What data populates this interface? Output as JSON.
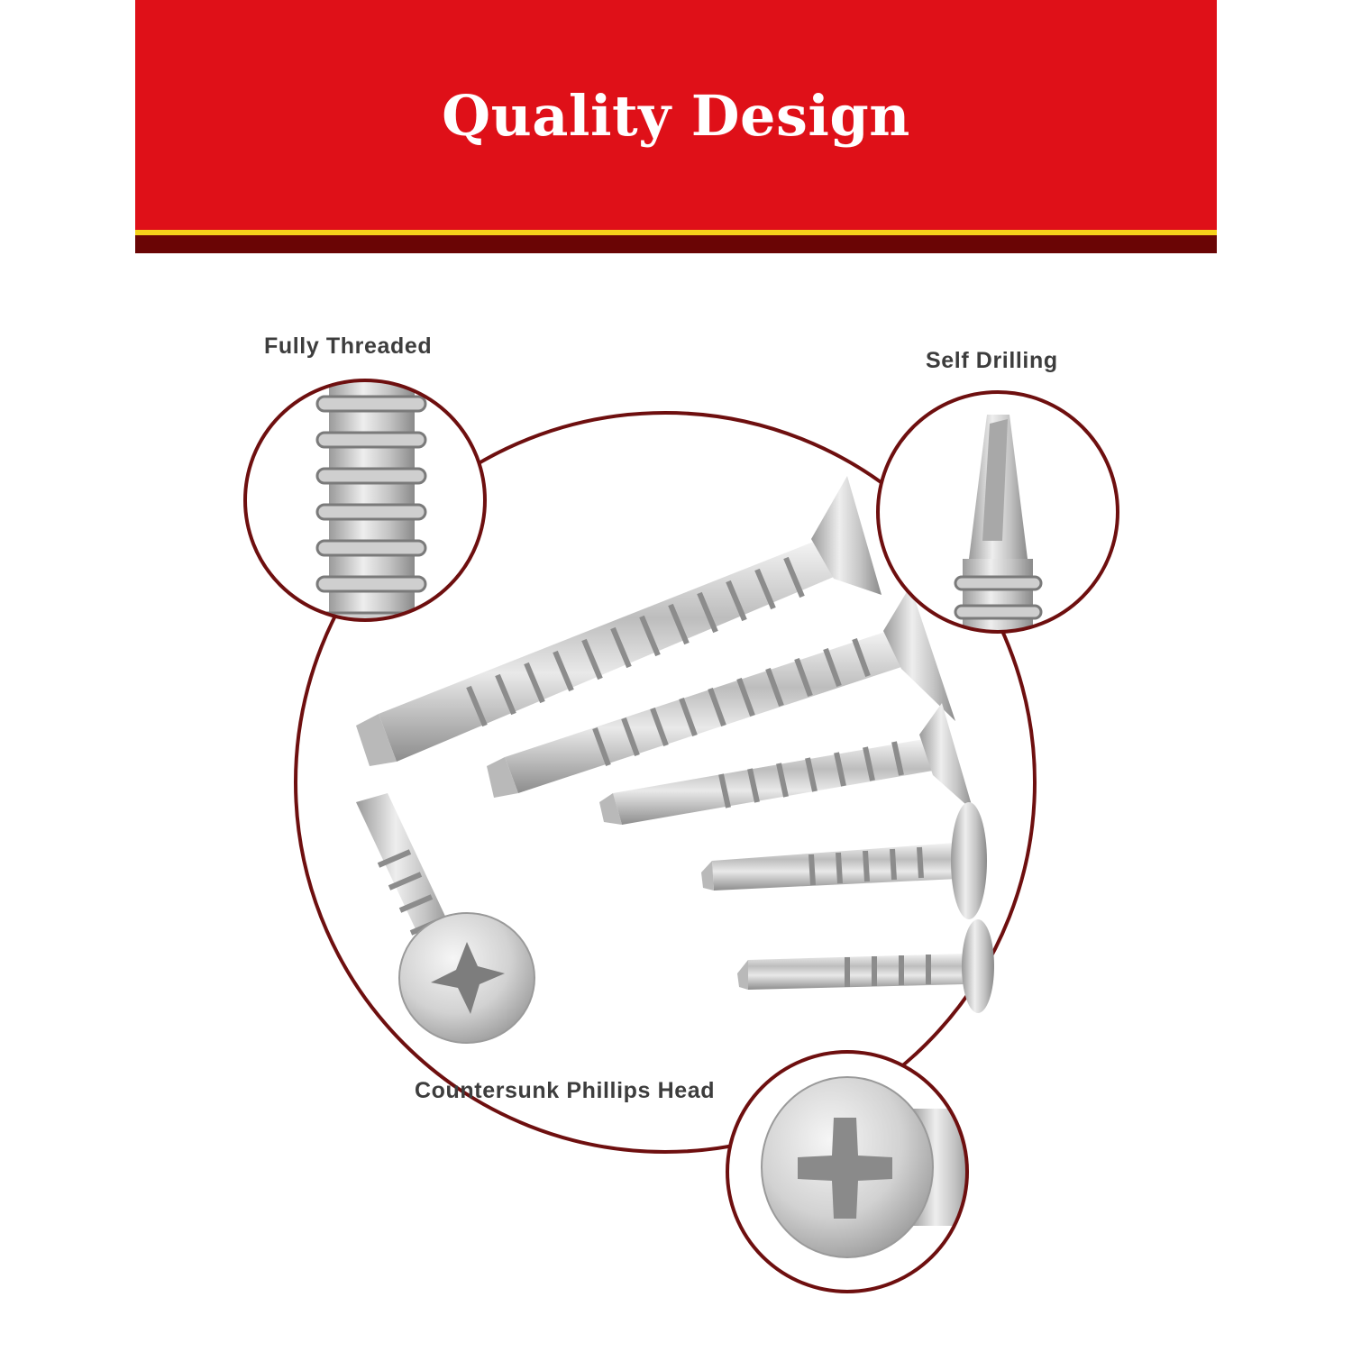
{
  "banner": {
    "title": "Quality Design",
    "colors": {
      "red": "#df1018",
      "yellow": "#f6d11a",
      "dark": "#6a0505"
    }
  },
  "callouts": {
    "fully_threaded": "Fully Threaded",
    "self_drilling": "Self Drilling",
    "head": "Countersunk Phillips Head"
  },
  "accent_color": "#6e0f0f"
}
